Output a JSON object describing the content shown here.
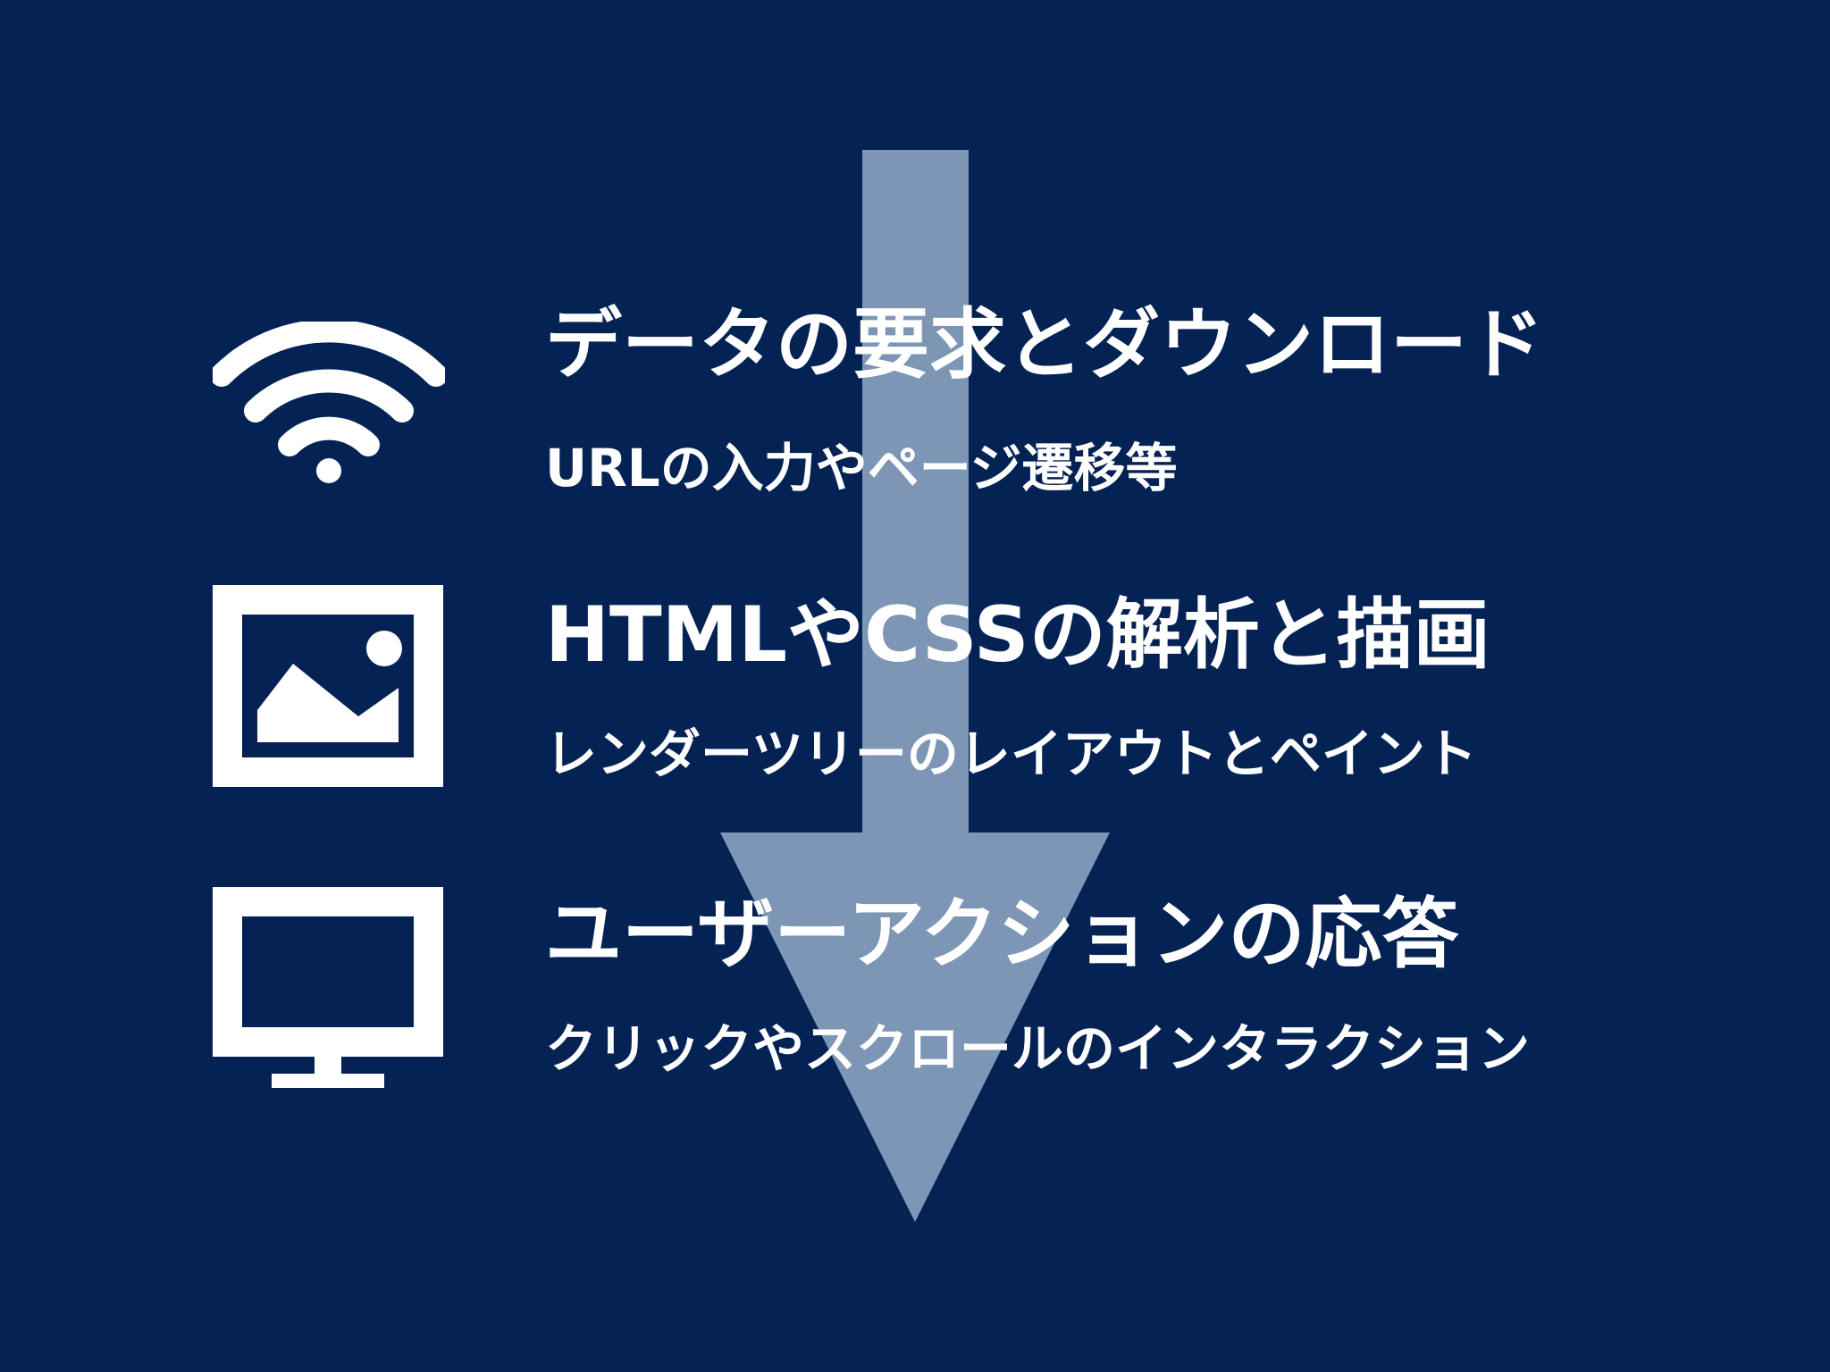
{
  "colors": {
    "background": "#042354",
    "text": "#ffffff",
    "arrow": "#8fa6c3"
  },
  "steps": [
    {
      "icon": "wifi-icon",
      "title": "データの要求とダウンロード",
      "subtitle": "URLの入力やページ遷移等"
    },
    {
      "icon": "image-icon",
      "title": "HTMLやCSSの解析と描画",
      "subtitle": "レンダーツリーのレイアウトとペイント"
    },
    {
      "icon": "monitor-icon",
      "title": "ユーザーアクションの応答",
      "subtitle": "クリックやスクロールのインタラクション"
    }
  ]
}
